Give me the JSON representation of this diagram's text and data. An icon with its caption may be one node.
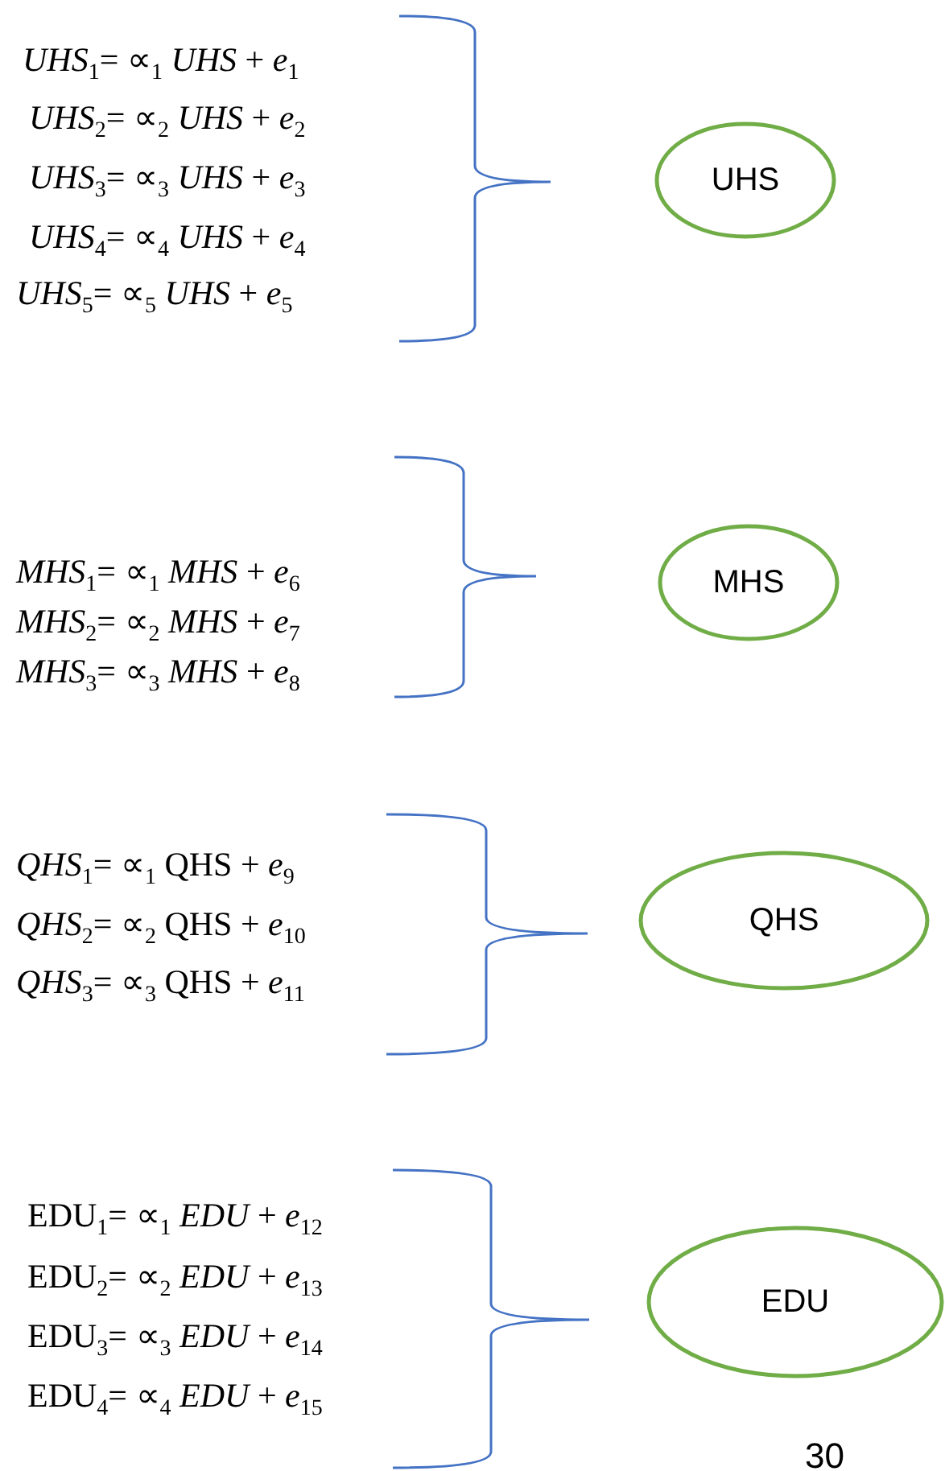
{
  "diagram": {
    "nodes": [
      {
        "text": [
          "UHS"
        ]
      },
      {
        "text": [
          "MHS"
        ]
      },
      {
        "text": [
          "QHS"
        ]
      },
      {
        "text": [
          "EDU"
        ]
      }
    ],
    "labels": [
      "*UHS*$_{1}$= ∝$_{1}$ *UHS* + *e*$_{1}$",
      "*UHS*$_{2}$= ∝$_{2}$ *UHS* + *e*$_{2}$",
      "*UHS*$_{3}$= ∝$_{3}$ *UHS* + *e*$_{3}$",
      "*UHS*$_{4}$= ∝$_{4}$ *UHS* + *e*$_{4}$",
      "*UHS*$_{5}$= ∝$_{5}$ *UHS* + *e*$_{5}$",
      "*MHS*$_{1}$= ∝$_{1}$ *MHS* + *e*$_{6}$",
      "*MHS*$_{2}$= ∝$_{2}$ *MHS* + *e*$_{7}$",
      "*MHS*$_{3}$= ∝$_{3}$ *MHS* + *e*$_{8}$",
      "*QHS*$_{1}$= ∝$_{1}$ QHS + *e*$_{9}$",
      "*QHS*$_{2}$= ∝$_{2}$ QHS + *e*$_{10}$",
      "*QHS*$_{3}$= ∝$_{3}$ QHS + *e*$_{11}$",
      "EDU$_{1}$= ∝$_{1}$ *EDU* + *e*$_{12}$",
      "EDU$_{2}$= ∝$_{2}$ *EDU* + *e*$_{13}$",
      "EDU$_{3}$= ∝$_{3}$ *EDU* + *e*$_{14}$",
      "EDU$_{4}$= ∝$_{4}$ *EDU* + *e*$_{15}$",
      "30"
    ]
  }
}
